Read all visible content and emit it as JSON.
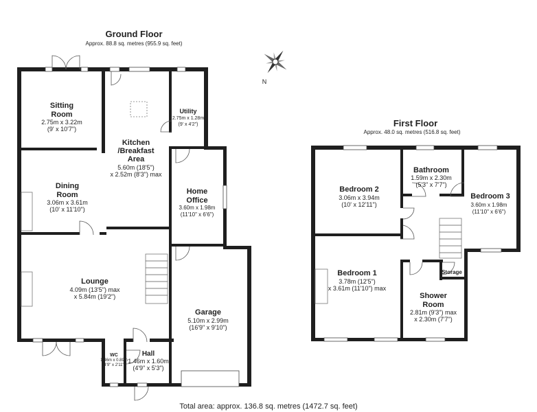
{
  "ground_floor": {
    "title": "Ground Floor",
    "area": "Approx. 88.8 sq. metres (955.9 sq. feet)",
    "rooms": [
      {
        "id": "sitting",
        "name": [
          "Sitting",
          "Room"
        ],
        "dims": [
          "2.75m x 3.22m",
          "(9' x 10'7\")"
        ]
      },
      {
        "id": "kitchen",
        "name": [
          "Kitchen",
          "/Breakfast",
          "Area"
        ],
        "dims": [
          "5.60m (18'5\")",
          "x 2.52m (8'3\") max"
        ]
      },
      {
        "id": "utility",
        "name": [
          "Utility"
        ],
        "dims": [
          "2.75m x 1.28m",
          "(9' x 4'2\")"
        ]
      },
      {
        "id": "dining",
        "name": [
          "Dining",
          "Room"
        ],
        "dims": [
          "3.06m x 3.61m",
          "(10' x 11'10\")"
        ]
      },
      {
        "id": "office",
        "name": [
          "Home",
          "Office"
        ],
        "dims": [
          "3.60m x 1.98m",
          "(11'10\" x 6'6\")"
        ]
      },
      {
        "id": "lounge",
        "name": [
          "Lounge"
        ],
        "dims": [
          "4.09m (13'5\") max",
          "x 5.84m (19'2\")"
        ]
      },
      {
        "id": "garage",
        "name": [
          "Garage"
        ],
        "dims": [
          "5.10m x 2.99m",
          "(16'9\" x 9'10\")"
        ]
      },
      {
        "id": "wc",
        "name": [
          "WC"
        ],
        "dims": [
          "1.46m x 0.89m",
          "(4'9\" x 2'11\")"
        ]
      },
      {
        "id": "hall",
        "name": [
          "Hall"
        ],
        "dims": [
          "1.46m x 1.60m",
          "(4'9\" x 5'3\")"
        ]
      }
    ]
  },
  "first_floor": {
    "title": "First Floor",
    "area": "Approx. 48.0 sq. metres (516.8 sq. feet)",
    "rooms": [
      {
        "id": "bed2",
        "name": [
          "Bedroom 2"
        ],
        "dims": [
          "3.06m x 3.94m",
          "(10' x 12'11\")"
        ]
      },
      {
        "id": "bath",
        "name": [
          "Bathroom"
        ],
        "dims": [
          "1.59m x 2.30m",
          "(5'3\" x 7'7\")"
        ]
      },
      {
        "id": "bed3",
        "name": [
          "Bedroom 3"
        ],
        "dims": [
          "3.60m x 1.98m",
          "(11'10\" x 6'6\")"
        ]
      },
      {
        "id": "bed1",
        "name": [
          "Bedroom 1"
        ],
        "dims": [
          "3.78m (12'5\")",
          "x 3.61m (11'10\") max"
        ]
      },
      {
        "id": "shower",
        "name": [
          "Shower",
          "Room"
        ],
        "dims": [
          "2.81m (9'3\") max",
          "x 2.30m (7'7\")"
        ]
      },
      {
        "id": "storage",
        "name": [
          "Storage"
        ],
        "dims": []
      }
    ]
  },
  "compass": {
    "label": "N",
    "icon": "compass-rose-icon"
  },
  "total_area": "Total area: approx. 136.8 sq. metres (1472.7 sq. feet)"
}
